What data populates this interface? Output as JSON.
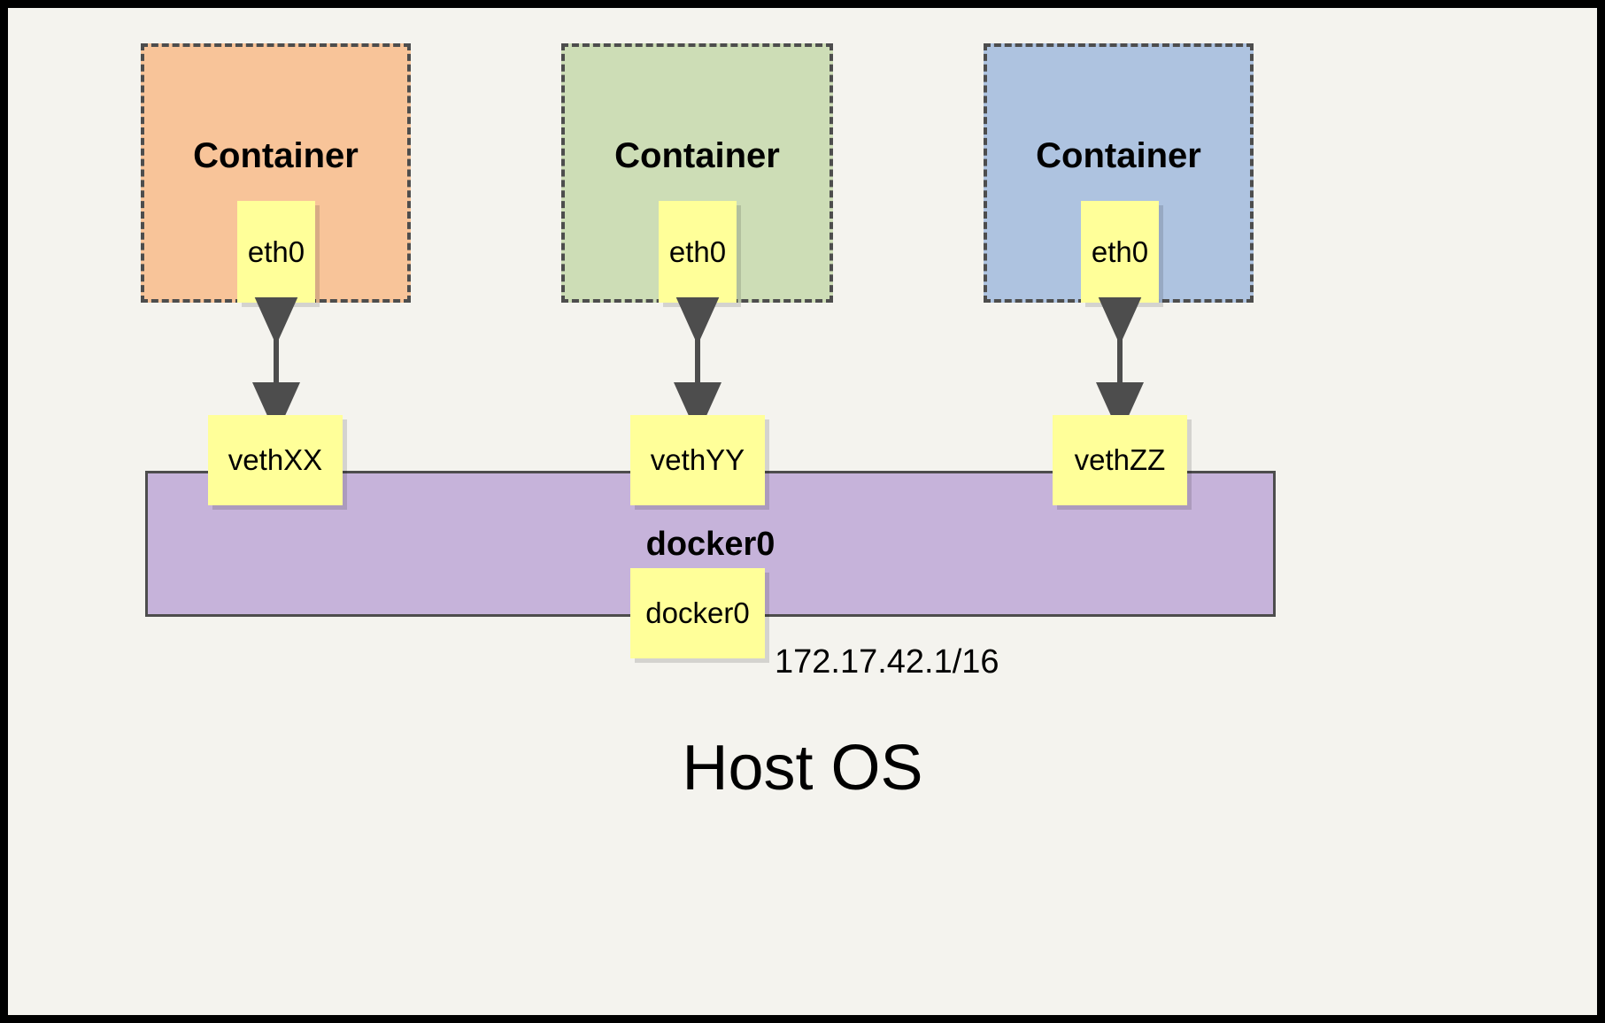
{
  "diagram": {
    "title_text": "Host OS",
    "bridge": {
      "name": "docker0",
      "port_label": "docker0",
      "ip": "172.17.42.1/16",
      "color": "#c6b3da",
      "border_color": "#4d4d4d"
    },
    "note_color": "#ffff99",
    "containers": [
      {
        "label": "Container",
        "iface": "eth0",
        "veth": "vethXX",
        "color": "#f8c499",
        "border_color": "#4d4d4d"
      },
      {
        "label": "Container",
        "iface": "eth0",
        "veth": "vethYY",
        "color": "#cdddb6",
        "border_color": "#4d4d4d"
      },
      {
        "label": "Container",
        "iface": "eth0",
        "veth": "vethZZ",
        "color": "#aec3e0",
        "border_color": "#4d4d4d"
      }
    ],
    "connector": {
      "kind": "double-headed-arrow",
      "color": "#4d4d4d",
      "count": 3
    }
  }
}
